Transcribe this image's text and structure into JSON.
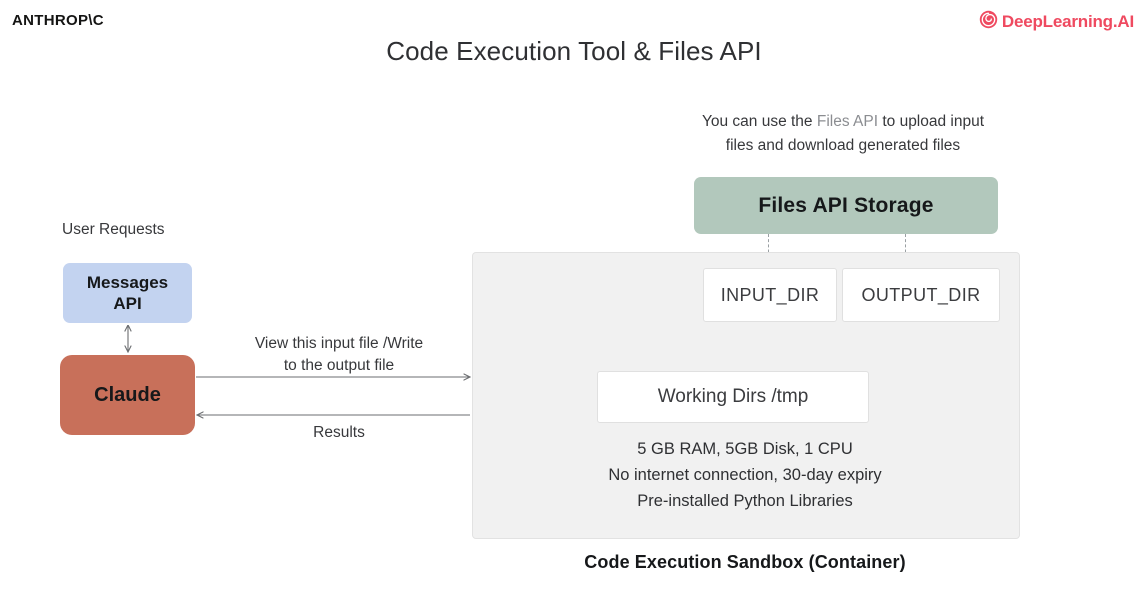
{
  "header": {
    "anthropic_wordmark": "ANTHROP\\C",
    "deeplearning_wordmark": "DeepLearning.AI",
    "deeplearning_icon": "spiral-logo-icon",
    "deeplearning_color": "#ef4a60",
    "title": "Code Execution Tool & Files API"
  },
  "diagram": {
    "files_caption": {
      "line1_before": "You can use the ",
      "line1_highlight": "Files API",
      "line1_after": " to upload input",
      "line2": "files and download generated files"
    },
    "files_api_storage": {
      "label": "Files API Storage",
      "color": "#b2c8bc"
    },
    "input_dir": {
      "label": "INPUT_DIR"
    },
    "output_dir": {
      "label": "OUTPUT_DIR"
    },
    "working_dirs": {
      "label": "Working Dirs /tmp"
    },
    "sandbox_specs": [
      "5 GB RAM, 5GB Disk, 1 CPU",
      "No internet connection, 30-day expiry",
      "Pre-installed Python Libraries"
    ],
    "sandbox_caption": "Code Execution Sandbox (Container)",
    "sandbox_color": "#f1f1f1",
    "user_requests_label": "User Requests",
    "messages_api": {
      "line1": "Messages",
      "line2": "API",
      "color": "#c3d3f0"
    },
    "claude": {
      "label": "Claude",
      "color": "#c8705a"
    },
    "arrow_to_sandbox": {
      "line1": "View this input file /Write",
      "line2": "to the output file"
    },
    "arrow_from_sandbox": {
      "label": "Results"
    }
  }
}
